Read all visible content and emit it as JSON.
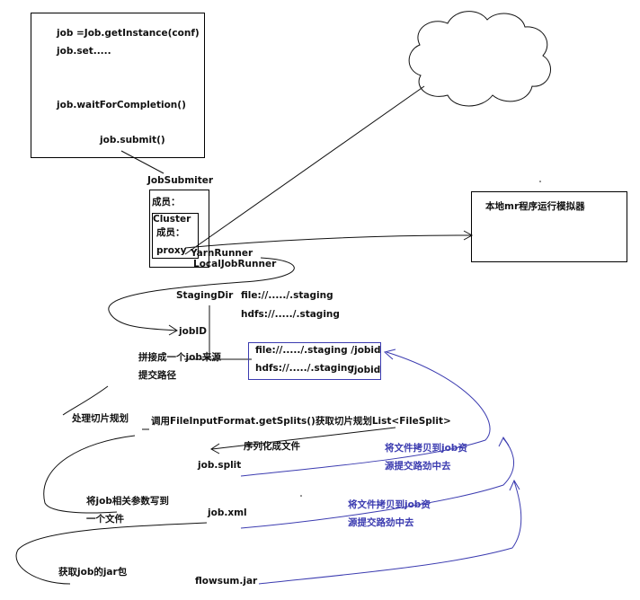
{
  "client": {
    "line1": "job =Job.getInstance(conf)",
    "line2": "job.set.....",
    "line3": "job.waitForCompletion()",
    "line4": "job.submit()"
  },
  "submitter": {
    "title": "JobSubmiter",
    "members_label": "成员：",
    "cluster_label": "Cluster",
    "cluster_members_label": "成员：",
    "proxy_label": "proxy",
    "yarn_runner": "YarnRunner",
    "local_runner": "LocalJobRunner"
  },
  "local_sim": {
    "label": "本地mr程序运行模拟器"
  },
  "staging": {
    "label": "StagingDir",
    "file_path": "file://...../.staging",
    "hdfs_path": "hdfs://...../.staging"
  },
  "jobid": {
    "label": "jobID",
    "concat_label_1": "拼接成一个job来源",
    "concat_label_2": "提交路径",
    "file_jobid_path": "file://...../.staging /jobid",
    "hdfs_jobid_path_a": "hdfs://...../.staging",
    "hdfs_jobid_path_b": "/jobid"
  },
  "split": {
    "process_label": "处理切片规划",
    "call_label": "调用FileInputFormat.getSplits()获取切片规划List<FileSplit>",
    "serialize_label": "序列化成文件",
    "file_label": "job.split",
    "copy_label_1": "将文件拷贝到job资",
    "copy_label_2": "源提交路劲中去"
  },
  "xml": {
    "write_label_1": "将job相关参数写到",
    "write_label_2": "一个文件",
    "file_label": "job.xml",
    "copy_label_1": "将文件拷贝到job资",
    "copy_label_2": "源提交路劲中去"
  },
  "jar": {
    "get_label": "获取job的jar包",
    "file_label": "flowsum.jar"
  },
  "colors": {
    "ink": "#111111",
    "blue": "#3b3bb0"
  }
}
